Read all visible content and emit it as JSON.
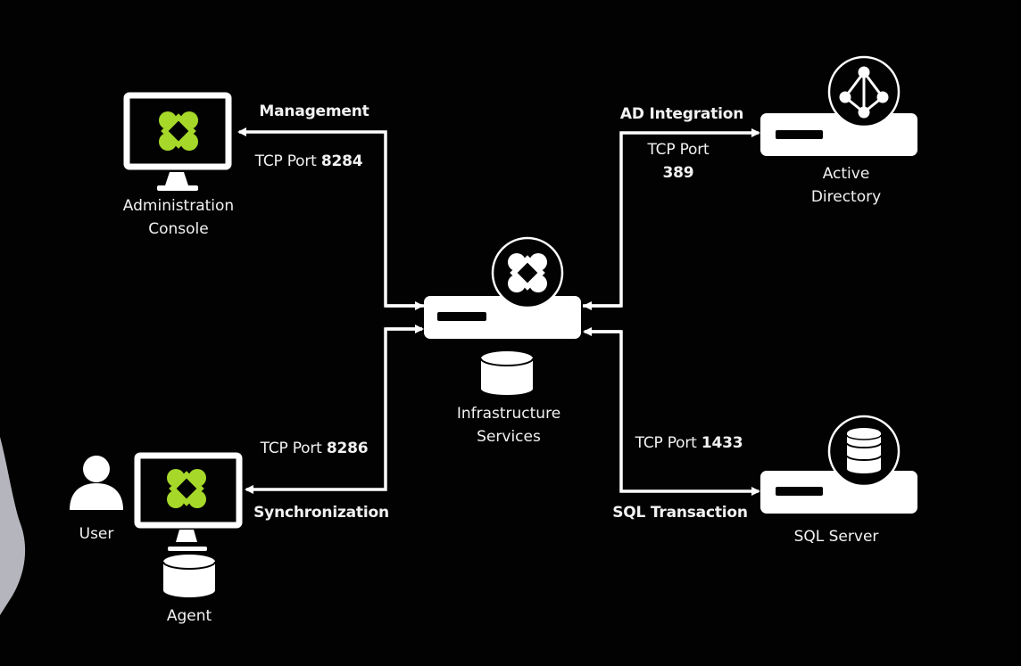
{
  "colors": {
    "background": "#020202",
    "foreground": "#ffffff",
    "brand_accent": "#a6d82a"
  },
  "nodes": {
    "admin_console": {
      "caption_line1": "Administration",
      "caption_line2": "Console",
      "icon": "monitor-with-brand-logo"
    },
    "agent": {
      "caption": "Agent",
      "icon": "monitor-with-brand-logo",
      "database_icon": "database-cylinder"
    },
    "user": {
      "caption": "User",
      "icon": "user-silhouette"
    },
    "infrastructure": {
      "caption_line1": "Infrastructure",
      "caption_line2": "Services",
      "icon": "server-with-brand-logo",
      "database_icon": "database-cylinder"
    },
    "active_directory": {
      "caption_line1": "Active",
      "caption_line2": "Directory",
      "icon": "server-with-ad-triangle"
    },
    "sql_server": {
      "caption": "SQL Server",
      "icon": "server-with-database-stack"
    }
  },
  "connections": {
    "management": {
      "title": "Management",
      "port_prefix": "TCP Port ",
      "port": "8284"
    },
    "synchronization": {
      "title": "Synchronization",
      "port_prefix": "TCP Port ",
      "port": "8286"
    },
    "ad_integration": {
      "title": "AD Integration",
      "port_prefix": "TCP Port",
      "port": "389"
    },
    "sql_transaction": {
      "title": "SQL Transaction",
      "port_prefix": "TCP Port ",
      "port": "1433"
    }
  }
}
